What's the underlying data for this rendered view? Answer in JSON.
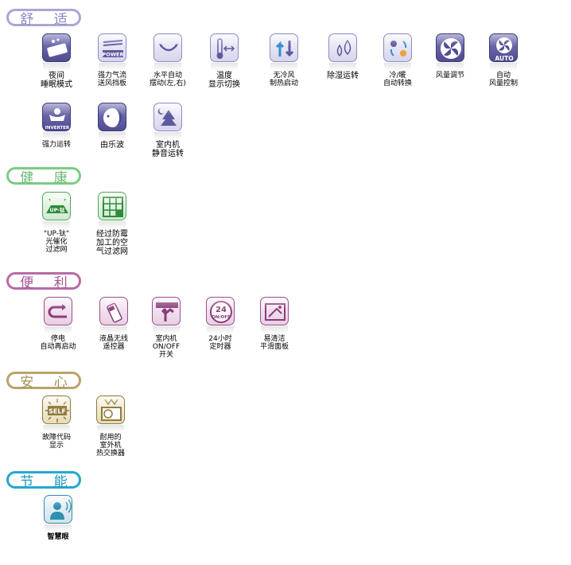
{
  "sections": {
    "comfort": {
      "title": "舒 适",
      "items": [
        "夜间\n睡眠模式",
        "强力气流\n送风挡板",
        "水平自动\n摆动(左,右)",
        "温度\n显示切换",
        "无冷风\n制热启动",
        "除湿运转",
        "冷/暖\n自动转换",
        "风量调节",
        "自动\n风量控制",
        "强力运转",
        "由乐波",
        "室内机\n静音运转"
      ]
    },
    "health": {
      "title": "健 康",
      "items": [
        "\"UP-钛\"\n光催化\n过滤网",
        "经过防霉\n加工的空\n气过滤网"
      ]
    },
    "convenience": {
      "title": "便 利",
      "items": [
        "停电\n自动再启动",
        "液晶无线\n遥控器",
        "室内机\nON/OFF\n开关",
        "24小时\n定时器",
        "易清洁\n平滑面板"
      ]
    },
    "safety": {
      "title": "安 心",
      "items": [
        "故障代码\n显示",
        "耐用的\n室外机\n热交换器"
      ]
    },
    "energy": {
      "title": "节 能",
      "items": [
        "智慧眼"
      ]
    }
  },
  "icon_text": {
    "power": "POWER",
    "auto": "AUTO",
    "inverter": "INVERTER",
    "up": "UP-钛",
    "onoff_24": "24",
    "onoff_label": "ON/OFF",
    "self": "SELF"
  }
}
